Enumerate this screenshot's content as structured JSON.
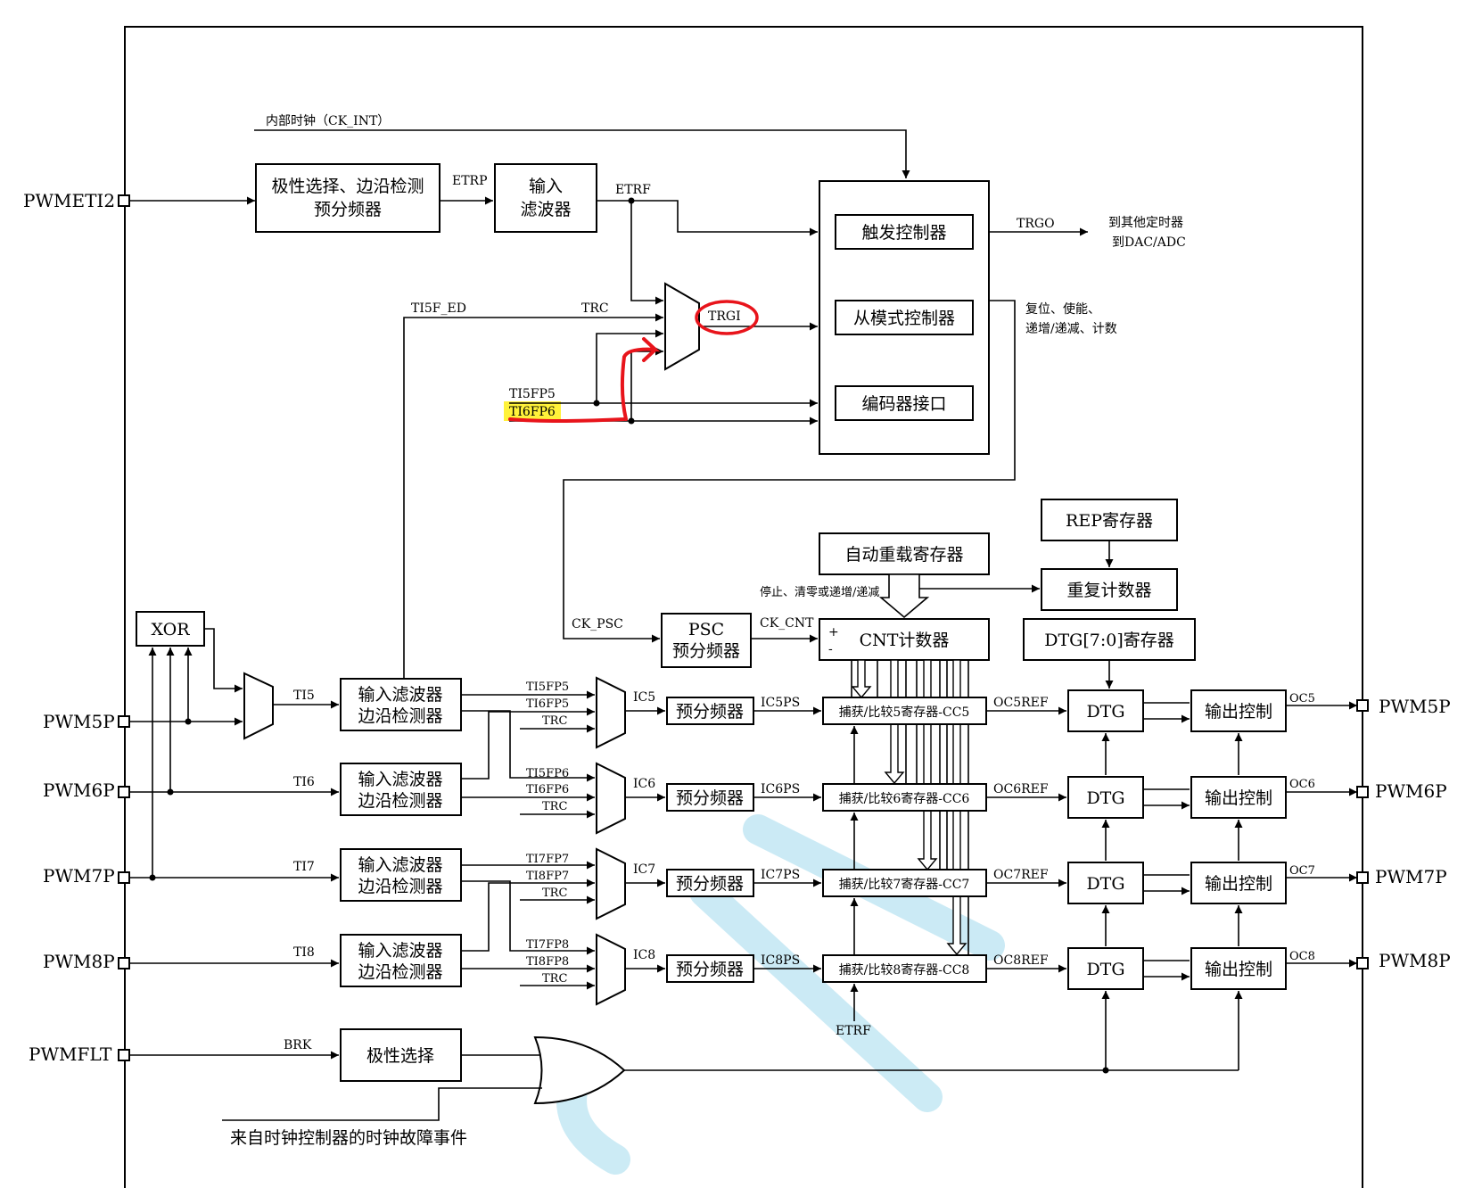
{
  "pins": {
    "pwmeti2": "PWMETI2",
    "pwm5p_in": "PWM5P",
    "pwm6p_in": "PWM6P",
    "pwm7p_in": "PWM7P",
    "pwm8p_in": "PWM8P",
    "pwmflt": "PWMFLT",
    "pwm5p_out": "PWM5P",
    "pwm6p_out": "PWM6P",
    "pwm7p_out": "PWM7P",
    "pwm8p_out": "PWM8P"
  },
  "blocks": {
    "polarity_edge_prescaler_line1": "极性选择、边沿检测",
    "polarity_edge_prescaler_line2": "预分频器",
    "input_filter_line1": "输入",
    "input_filter_line2": "滤波器",
    "trigger_controller": "触发控制器",
    "slave_mode_controller": "从模式控制器",
    "encoder_interface": "编码器接口",
    "auto_reload_register": "自动重载寄存器",
    "rep_register": "REP寄存器",
    "repetition_counter": "重复计数器",
    "psc_line1": "PSC",
    "psc_line2": "预分频器",
    "cnt_counter": "CNT计数器",
    "dtg_register": "DTG[7:0]寄存器",
    "xor": "XOR",
    "filter_edge_line1": "输入滤波器",
    "filter_edge_line2": "边沿检测器",
    "prescaler": "预分频器",
    "cc5": "捕获/比较5寄存器-CC5",
    "cc6": "捕获/比较6寄存器-CC6",
    "cc7": "捕获/比较7寄存器-CC7",
    "cc8": "捕获/比较8寄存器-CC8",
    "dtg": "DTG",
    "output_control": "输出控制",
    "polarity_select": "极性选择"
  },
  "signals": {
    "ck_int": "内部时钟（CK_INT）",
    "etrp": "ETRP",
    "etrf": "ETRF",
    "etrf_bottom": "ETRF",
    "trgo": "TRGO",
    "to_other_line1": "到其他定时器",
    "to_other_line2": "到DAC/ADC",
    "ti5f_ed": "TI5F_ED",
    "trc": "TRC",
    "trgi": "TRGI",
    "ti5fp5": "TI5FP5",
    "ti6fp6": "TI6FP6",
    "reset_line1": "复位、使能、",
    "reset_line2": "递增/递减、计数",
    "ck_psc": "CK_PSC",
    "ck_cnt": "CK_CNT",
    "stop_clear": "停止、清零或递增/递减",
    "plus": "+",
    "minus": "-",
    "ti5": "TI5",
    "ti6": "TI6",
    "ti7": "TI7",
    "ti8": "TI8",
    "ch5_in1": "TI5FP5",
    "ch5_in2": "TI6FP5",
    "ch6_in1": "TI5FP6",
    "ch6_in2": "TI6FP6",
    "ch7_in1": "TI7FP7",
    "ch7_in2": "TI8FP7",
    "ch8_in1": "TI7FP8",
    "ch8_in2": "TI8FP8",
    "ic5": "IC5",
    "ic6": "IC6",
    "ic7": "IC7",
    "ic8": "IC8",
    "ic5ps": "IC5PS",
    "ic6ps": "IC6PS",
    "ic7ps": "IC7PS",
    "ic8ps": "IC8PS",
    "oc5ref": "OC5REF",
    "oc6ref": "OC6REF",
    "oc7ref": "OC7REF",
    "oc8ref": "OC8REF",
    "oc5": "OC5",
    "oc6": "OC6",
    "oc7": "OC7",
    "oc8": "OC8",
    "brk": "BRK",
    "clock_fault": "来自时钟控制器的时钟故障事件"
  },
  "colors": {
    "annotation": "#e8141b",
    "highlight": "#fff23a",
    "watermark": "#bfe6f3"
  }
}
